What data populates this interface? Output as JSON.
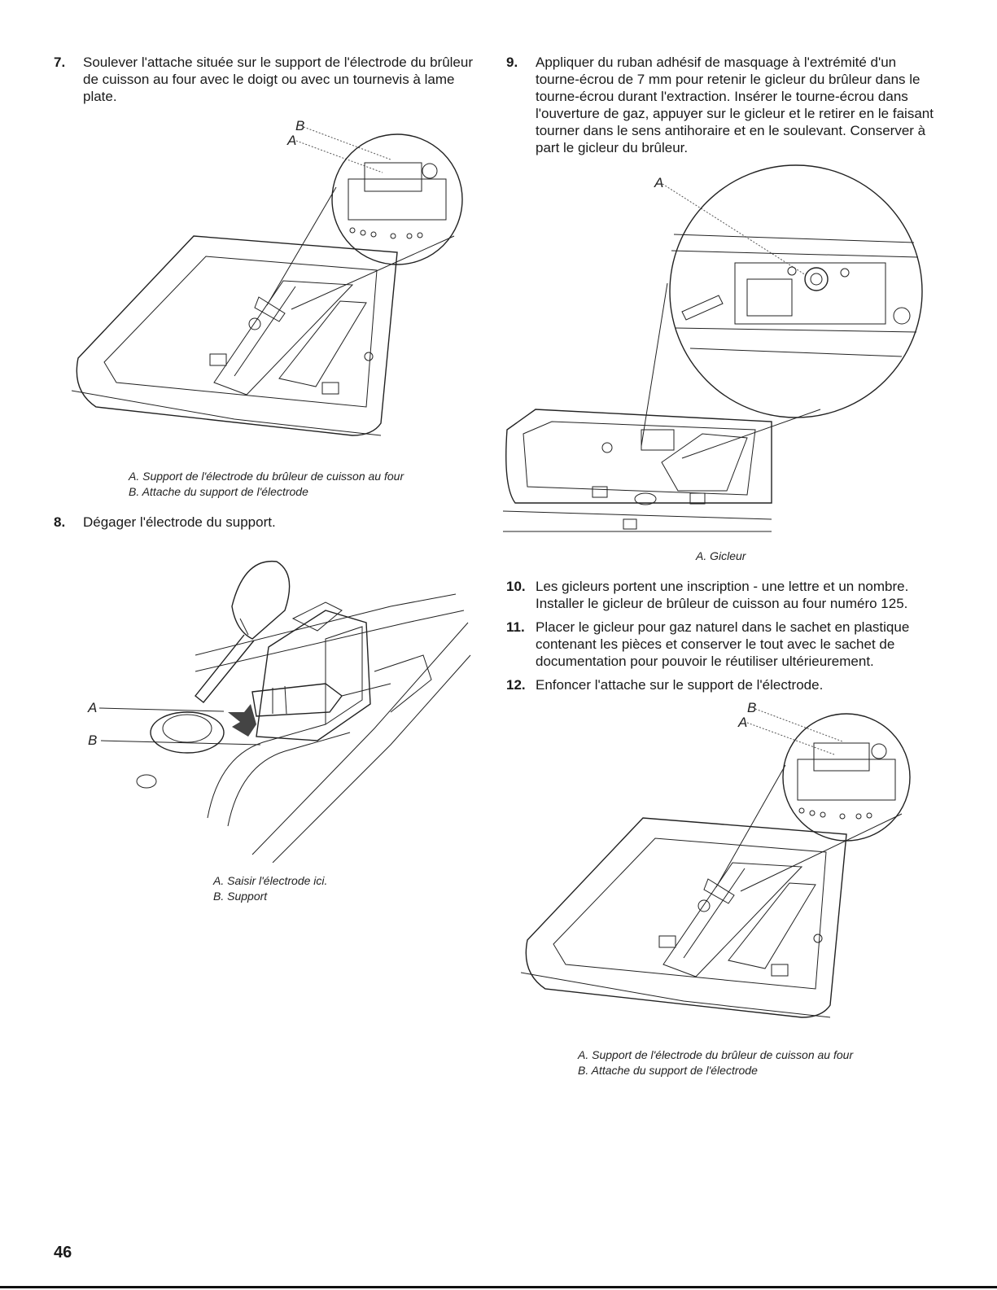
{
  "steps": [
    {
      "num": "7.",
      "text": "Soulever l'attache située sur le support de l'électrode du brûleur de cuisson au four avec le doigt ou avec un tournevis à lame plate."
    },
    {
      "num": "8.",
      "text": "Dégager l'électrode du support."
    },
    {
      "num": "9.",
      "text": "Appliquer du ruban adhésif de masquage à l'extrémité d'un tourne-écrou de 7 mm pour retenir le gicleur du brûleur dans le tourne-écrou durant l'extraction. Insérer le tourne-écrou dans l'ouverture de gaz, appuyer sur le gicleur et le retirer en le faisant tourner dans le sens antihoraire et en le soulevant. Conserver à part le gicleur du brûleur."
    },
    {
      "num": "10.",
      "text": "Les gicleurs portent une inscription - une lettre et un nombre. Installer le gicleur de brûleur de cuisson au four numéro 125."
    },
    {
      "num": "11.",
      "text": "Placer le gicleur pour gaz naturel dans le sachet en plastique contenant les pièces et conserver le tout avec le sachet de documentation pour pouvoir le réutiliser ultérieurement."
    },
    {
      "num": "12.",
      "text": "Enfoncer l'attache sur le support de l'électrode."
    }
  ],
  "figures": {
    "fig1": {
      "label_a": "A",
      "label_b": "B",
      "caption_a": "A. Support de l'électrode du brûleur de cuisson au four",
      "caption_b": "B. Attache du support de l'électrode"
    },
    "fig2": {
      "label_a": "A",
      "label_b": "B",
      "caption_a": "A. Saisir l'électrode ici.",
      "caption_b": "B. Support"
    },
    "fig3": {
      "label_a": "A",
      "caption_a": "A. Gicleur"
    },
    "fig4": {
      "label_a": "A",
      "label_b": "B",
      "caption_a": "A. Support de l'électrode du brûleur de cuisson au four",
      "caption_b": "B. Attache du support de l'électrode"
    }
  },
  "page_number": "46"
}
